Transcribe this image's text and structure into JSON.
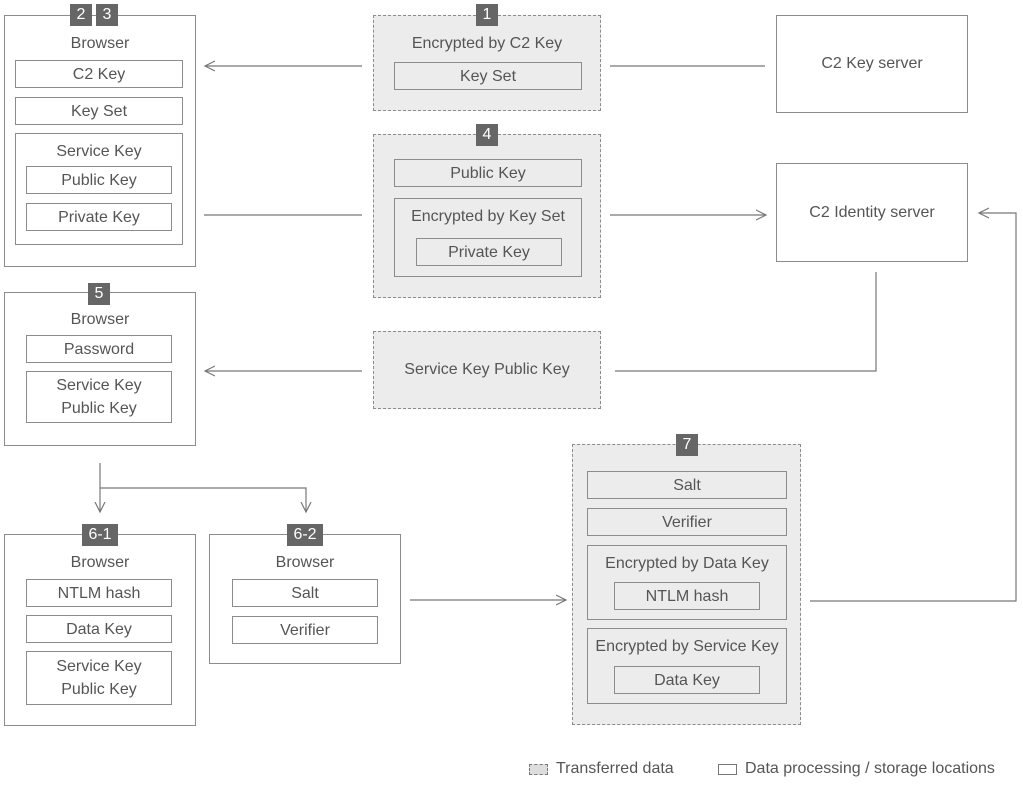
{
  "box23": {
    "badges": [
      "2",
      "3"
    ],
    "title": "Browser",
    "c2_key": "C2 Key",
    "key_set": "Key Set",
    "service_key": "Service Key",
    "public_key": "Public Key",
    "private_key": "Private Key"
  },
  "box1": {
    "badge": "1",
    "title": "Encrypted by C2 Key",
    "key_set": "Key Set"
  },
  "box4": {
    "badge": "4",
    "public_key": "Public Key",
    "enc_title": "Encrypted by Key Set",
    "private_key": "Private Key"
  },
  "c2_key_server": "C2 Key server",
  "c2_identity_server": "C2 Identity server",
  "box5": {
    "badge": "5",
    "title": "Browser",
    "password": "Password",
    "service_key_public_key": "Service Key\nPublic Key"
  },
  "transfer_service_key": "Service Key Public Key",
  "box61": {
    "badge": "6-1",
    "title": "Browser",
    "ntlm_hash": "NTLM hash",
    "data_key": "Data Key",
    "service_key_public_key": "Service Key\nPublic Key"
  },
  "box62": {
    "badge": "6-2",
    "title": "Browser",
    "salt": "Salt",
    "verifier": "Verifier"
  },
  "box7": {
    "badge": "7",
    "salt": "Salt",
    "verifier": "Verifier",
    "enc_data_title": "Encrypted by Data Key",
    "ntlm_hash": "NTLM hash",
    "enc_service_title": "Encrypted by Service Key",
    "data_key": "Data Key"
  },
  "legend": {
    "transferred": "Transferred data",
    "processing": "Data processing / storage locations"
  }
}
